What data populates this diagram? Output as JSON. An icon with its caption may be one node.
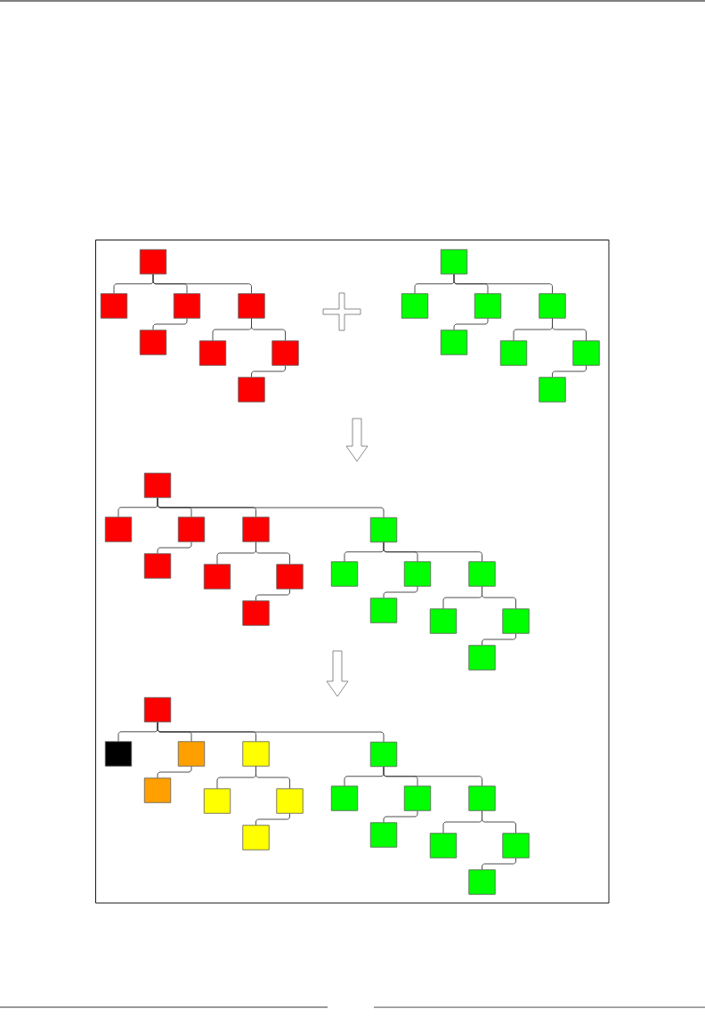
{
  "diagram": {
    "nodes": [
      {
        "text": [],
        "shape": "box"
      },
      {
        "text": [],
        "shape": "box"
      },
      {
        "text": [],
        "shape": "box"
      },
      {
        "text": [],
        "shape": "box"
      },
      {
        "text": [],
        "shape": "box"
      },
      {
        "text": [],
        "shape": "box"
      },
      {
        "text": [],
        "shape": "box"
      },
      {
        "text": [],
        "shape": "box"
      },
      {
        "text": [],
        "shape": "box"
      },
      {
        "text": [],
        "shape": "box"
      },
      {
        "text": [],
        "shape": "box"
      },
      {
        "text": [],
        "shape": "box"
      },
      {
        "text": [],
        "shape": "box"
      },
      {
        "text": [],
        "shape": "box"
      },
      {
        "text": [],
        "shape": "box"
      },
      {
        "text": [],
        "shape": "box"
      },
      {
        "text": [],
        "shape": "box"
      },
      {
        "text": [],
        "shape": "box"
      },
      {
        "text": [],
        "shape": "box"
      },
      {
        "text": [],
        "shape": "box"
      },
      {
        "text": [],
        "shape": "box"
      },
      {
        "text": [],
        "shape": "box"
      },
      {
        "text": [],
        "shape": "box"
      },
      {
        "text": [],
        "shape": "box"
      },
      {
        "text": [],
        "shape": "box"
      },
      {
        "text": [],
        "shape": "box"
      },
      {
        "text": [],
        "shape": "box"
      },
      {
        "text": [],
        "shape": "box"
      },
      {
        "text": [],
        "shape": "box"
      },
      {
        "text": [],
        "shape": "box"
      },
      {
        "text": [],
        "shape": "box"
      },
      {
        "text": [],
        "shape": "box"
      },
      {
        "text": [],
        "shape": "box"
      },
      {
        "text": [],
        "shape": "box"
      },
      {
        "text": [],
        "shape": "box"
      },
      {
        "text": [],
        "shape": "box"
      },
      {
        "text": [],
        "shape": "box"
      },
      {
        "text": [],
        "shape": "box"
      },
      {
        "text": [],
        "shape": "box"
      },
      {
        "text": [],
        "shape": "box"
      },
      {
        "text": [],
        "shape": "box"
      },
      {
        "text": [],
        "shape": "box"
      },
      {
        "text": [],
        "shape": "box"
      },
      {
        "text": [],
        "shape": "box"
      },
      {
        "text": [],
        "shape": "box"
      },
      {
        "text": [],
        "shape": "box"
      },
      {
        "text": [],
        "shape": "box"
      },
      {
        "text": [],
        "shape": "box"
      }
    ],
    "edges": [
      {
        "from": 0,
        "to": 1,
        "arrow": "none"
      },
      {
        "from": 0,
        "to": 2,
        "arrow": "none"
      },
      {
        "from": 0,
        "to": 3,
        "arrow": "none"
      },
      {
        "from": 2,
        "to": 4,
        "arrow": "none"
      },
      {
        "from": 3,
        "to": 5,
        "arrow": "none"
      },
      {
        "from": 3,
        "to": 6,
        "arrow": "none"
      },
      {
        "from": 6,
        "to": 7,
        "arrow": "none"
      },
      {
        "from": 8,
        "to": 9,
        "arrow": "none"
      },
      {
        "from": 8,
        "to": 10,
        "arrow": "none"
      },
      {
        "from": 8,
        "to": 11,
        "arrow": "none"
      },
      {
        "from": 10,
        "to": 12,
        "arrow": "none"
      },
      {
        "from": 11,
        "to": 13,
        "arrow": "none"
      },
      {
        "from": 11,
        "to": 14,
        "arrow": "none"
      },
      {
        "from": 14,
        "to": 15,
        "arrow": "none"
      },
      {
        "from": 16,
        "to": 17,
        "arrow": "none"
      },
      {
        "from": 16,
        "to": 18,
        "arrow": "none"
      },
      {
        "from": 16,
        "to": 19,
        "arrow": "none"
      },
      {
        "from": 16,
        "to": 24,
        "arrow": "none"
      },
      {
        "from": 18,
        "to": 20,
        "arrow": "none"
      },
      {
        "from": 19,
        "to": 21,
        "arrow": "none"
      },
      {
        "from": 19,
        "to": 22,
        "arrow": "none"
      },
      {
        "from": 22,
        "to": 23,
        "arrow": "none"
      },
      {
        "from": 24,
        "to": 25,
        "arrow": "none"
      },
      {
        "from": 24,
        "to": 26,
        "arrow": "none"
      },
      {
        "from": 24,
        "to": 27,
        "arrow": "none"
      },
      {
        "from": 26,
        "to": 28,
        "arrow": "none"
      },
      {
        "from": 27,
        "to": 29,
        "arrow": "none"
      },
      {
        "from": 27,
        "to": 30,
        "arrow": "none"
      },
      {
        "from": 30,
        "to": 31,
        "arrow": "none"
      },
      {
        "from": 32,
        "to": 33,
        "arrow": "none"
      },
      {
        "from": 32,
        "to": 34,
        "arrow": "none"
      },
      {
        "from": 32,
        "to": 35,
        "arrow": "none"
      },
      {
        "from": 32,
        "to": 40,
        "arrow": "none"
      },
      {
        "from": 34,
        "to": 36,
        "arrow": "none"
      },
      {
        "from": 35,
        "to": 37,
        "arrow": "none"
      },
      {
        "from": 35,
        "to": 38,
        "arrow": "none"
      },
      {
        "from": 38,
        "to": 39,
        "arrow": "none"
      },
      {
        "from": 40,
        "to": 41,
        "arrow": "none"
      },
      {
        "from": 40,
        "to": 42,
        "arrow": "none"
      },
      {
        "from": 40,
        "to": 43,
        "arrow": "none"
      },
      {
        "from": 42,
        "to": 44,
        "arrow": "none"
      },
      {
        "from": 43,
        "to": 45,
        "arrow": "none"
      },
      {
        "from": 43,
        "to": 46,
        "arrow": "none"
      },
      {
        "from": 46,
        "to": 47,
        "arrow": "none"
      }
    ]
  }
}
